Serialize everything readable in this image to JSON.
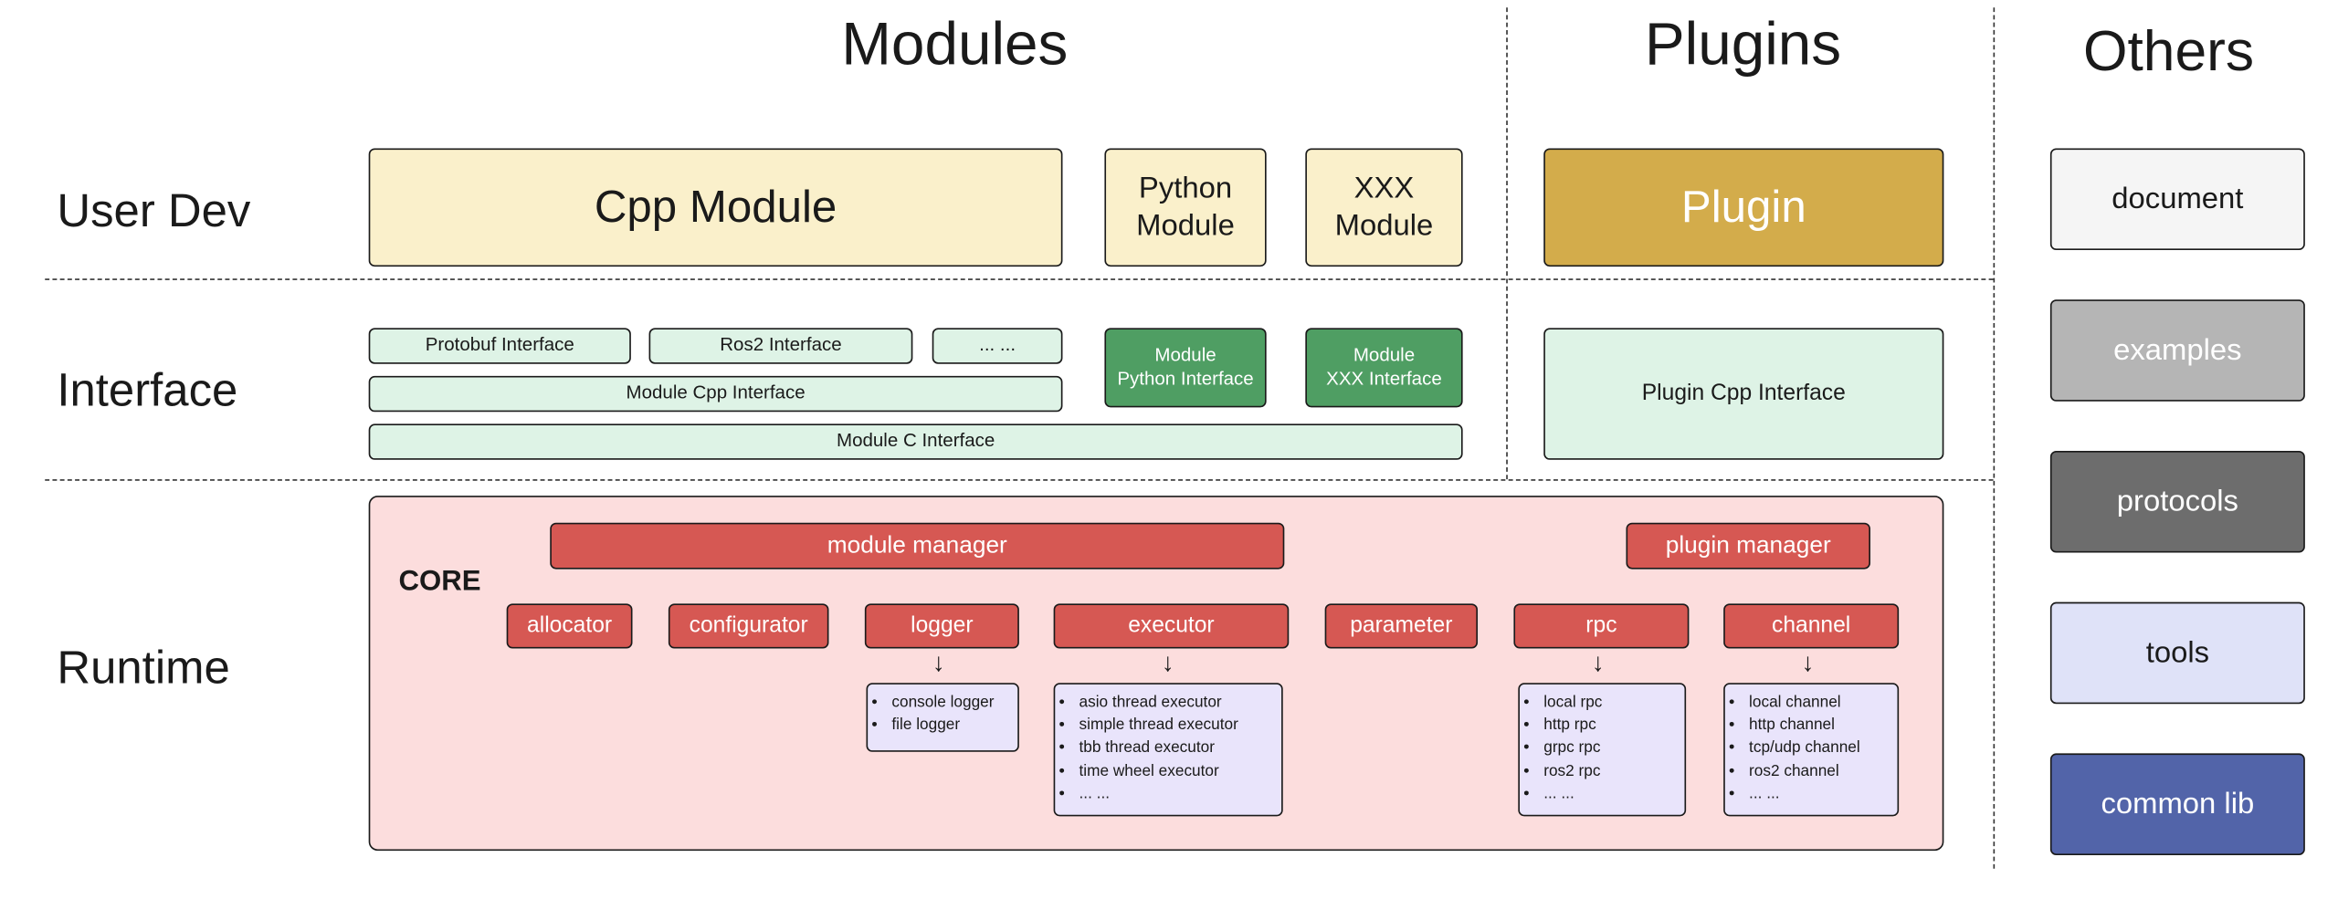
{
  "headers": {
    "modules": "Modules",
    "plugins": "Plugins",
    "others": "Others"
  },
  "row_labels": {
    "user_dev": "User Dev",
    "interface": "Interface",
    "runtime": "Runtime"
  },
  "modules": {
    "user_dev": {
      "cpp_module": "Cpp Module",
      "python_module": "Python\nModule",
      "xxx_module": "XXX\nModule"
    },
    "interface": {
      "protobuf": "Protobuf Interface",
      "ros2": "Ros2 Interface",
      "ellipsis": "... ...",
      "module_python": "Module\nPython Interface",
      "module_xxx": "Module\nXXX Interface",
      "module_cpp": "Module Cpp Interface",
      "module_c": "Module C Interface"
    }
  },
  "plugins": {
    "plugin": "Plugin",
    "plugin_cpp_interface": "Plugin Cpp Interface"
  },
  "runtime": {
    "core_label": "CORE",
    "module_manager": "module manager",
    "plugin_manager": "plugin manager",
    "components": [
      "allocator",
      "configurator",
      "logger",
      "executor",
      "parameter",
      "rpc",
      "channel"
    ],
    "logger_impls": [
      "console logger",
      "file logger"
    ],
    "executor_impls": [
      "asio thread executor",
      "simple thread executor",
      "tbb thread executor",
      "time wheel executor",
      "... ..."
    ],
    "rpc_impls": [
      "local rpc",
      "http rpc",
      "grpc rpc",
      "ros2 rpc",
      "... ..."
    ],
    "channel_impls": [
      "local channel",
      "http channel",
      "tcp/udp channel",
      "ros2 channel",
      "... ..."
    ]
  },
  "others": {
    "items": [
      "document",
      "examples",
      "protocols",
      "tools",
      "common lib"
    ]
  },
  "icons": {
    "arrow_down": "↓"
  },
  "colors": {
    "module_box": "#faf0cb",
    "plugin_box": "#d3ac4b",
    "interface_light": "#def3e6",
    "interface_dark": "#4f9e63",
    "core_bg": "#fcdddd",
    "component_red": "#d65853",
    "impl_lavender": "#e9e4fb",
    "others_document": "#f5f5f5",
    "others_examples": "#b5b5b5",
    "others_protocols": "#6d6d6d",
    "others_tools": "#dfe2f8",
    "others_common_lib": "#5264a9",
    "border": "#1a1a1a"
  }
}
